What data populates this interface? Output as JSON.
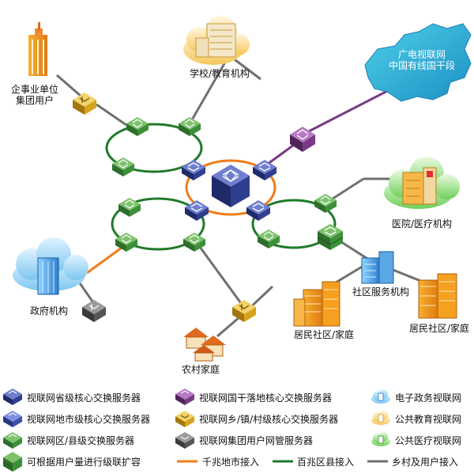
{
  "labels": {
    "enterprise": [
      "企事业单位",
      "集团用户"
    ],
    "school": "学校/教育机构",
    "national_backbone": [
      "广电视联网",
      "中国有线国干段"
    ],
    "hospital": "医院/医疗机构",
    "government": "政府机构",
    "community_service": "社区服务机构",
    "residential_1": "居民社区/家庭",
    "residential_2": "居民社区/家庭",
    "rural": "农村家庭"
  },
  "legend": {
    "col1": [
      "视联网省级核心交换服务器",
      "视联网地市级核心交换服务器",
      "视联网区/县级交换服务器",
      "可根据用户量进行级联扩容"
    ],
    "col2": [
      "视联网国干落地核心交换服务器",
      "视联网乡/镇/村级核心交换服务器",
      "视联网集团用户网管服务器",
      "千兆地市接入"
    ],
    "col3": [
      "电子政务视联网",
      "公共教育视联网",
      "公共医疗视联网",
      "百兆区县接入"
    ],
    "col4": [
      "乡村及用户接入"
    ]
  },
  "colors": {
    "gigabit_line": "#f07c1a",
    "hundred_mbps_line": "#1f7a2a",
    "rural_line": "#707070",
    "provincial_server": "#2f3f8f",
    "city_server": "#3d4fa8",
    "county_server": "#3d8f3a",
    "backbone_server": "#7a3a86",
    "township_server": "#d6a31c",
    "group_server": "#555555"
  }
}
